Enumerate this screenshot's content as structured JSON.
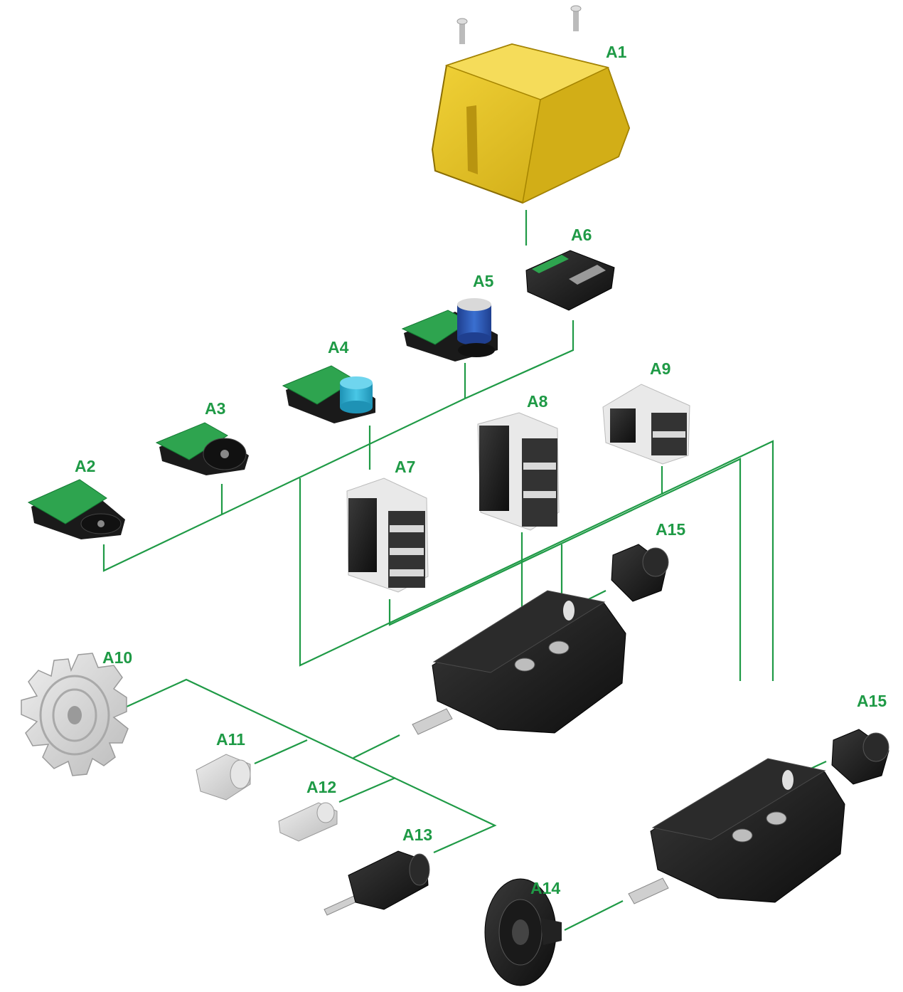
{
  "diagram": {
    "colors": {
      "label": "#1f9a46",
      "leader": "#1f9a46",
      "cover": "#e8c41a",
      "pcb": "#2ea44f",
      "housing": "#1c1c1c",
      "potentiometer_a4": "#2bb3d6",
      "potentiometer_a5": "#2c5fb8",
      "plastic": "#d9d9d9"
    },
    "labels": {
      "a1": "A1",
      "a2": "A2",
      "a3": "A3",
      "a4": "A4",
      "a5": "A5",
      "a6": "A6",
      "a7": "A7",
      "a8": "A8",
      "a9": "A9",
      "a10": "A10",
      "a11": "A11",
      "a12": "A12",
      "a13": "A13",
      "a14": "A14",
      "a15_upper": "A15",
      "a15_lower": "A15"
    }
  }
}
